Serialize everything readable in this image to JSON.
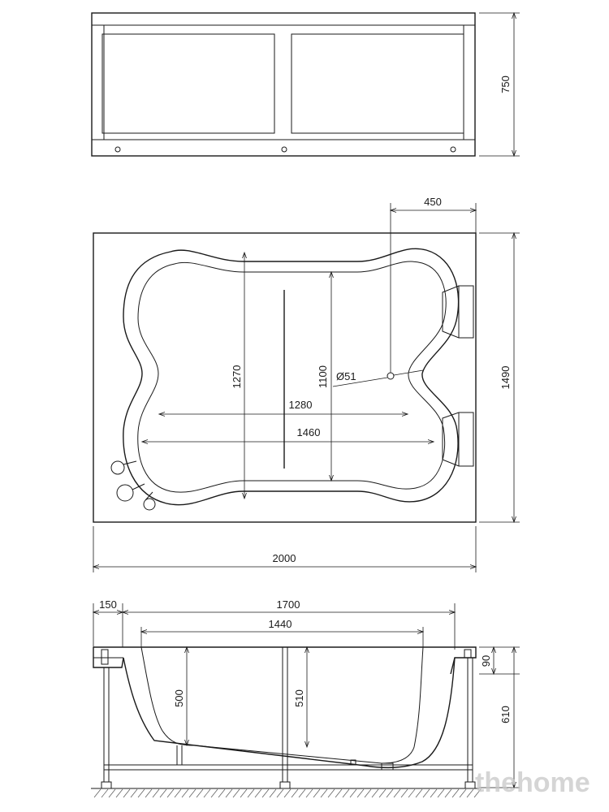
{
  "front_view": {
    "height_label": "750"
  },
  "top_view": {
    "drain_offset_label": "450",
    "depth_label": "1490",
    "width_label": "2000",
    "inner_length_label": "1460",
    "inner_narrow_length_label": "1280",
    "inner_width_label": "1270",
    "inner_width_narrow_label": "1100",
    "drain_diameter_label": "Ø51"
  },
  "side_view": {
    "rim_label": "150",
    "top_length_label": "1700",
    "bottom_length_label": "1440",
    "rim_height_label": "90",
    "total_height_label": "610",
    "depth_left_label": "500",
    "depth_right_label": "510"
  },
  "watermark": "thehome"
}
